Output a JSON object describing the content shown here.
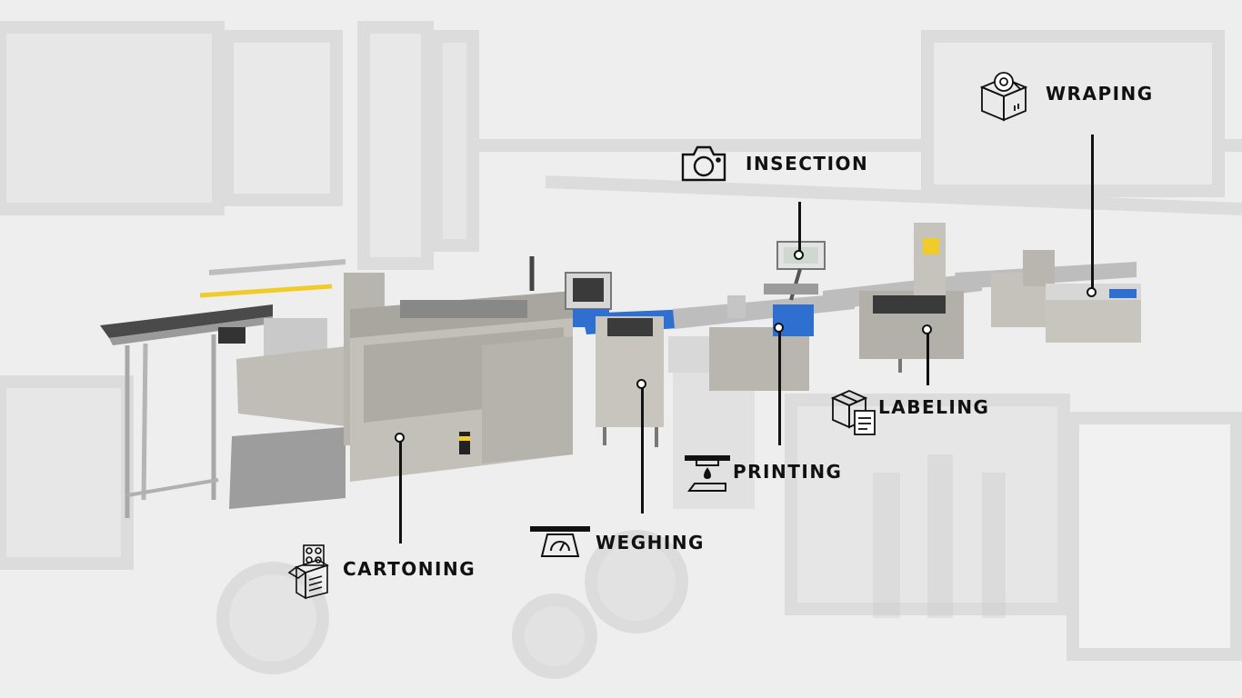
{
  "stations": [
    {
      "id": "cartoning",
      "label": "CARTONING",
      "icon": "carton-box-icon"
    },
    {
      "id": "weighing",
      "label": "WEGHING",
      "icon": "scale-icon"
    },
    {
      "id": "printing",
      "label": "PRINTING",
      "icon": "printer-drop-icon"
    },
    {
      "id": "inspection",
      "label": "INSECTION",
      "icon": "camera-icon"
    },
    {
      "id": "labeling",
      "label": "LABELING",
      "icon": "labeled-boxes-icon"
    },
    {
      "id": "wrapping",
      "label": "WRAPING",
      "icon": "wrapped-box-icon"
    }
  ],
  "colors": {
    "ink": "#111111",
    "steel": "#b9b6b0",
    "accent_blue": "#2f6fd0",
    "background": "#efefef"
  }
}
